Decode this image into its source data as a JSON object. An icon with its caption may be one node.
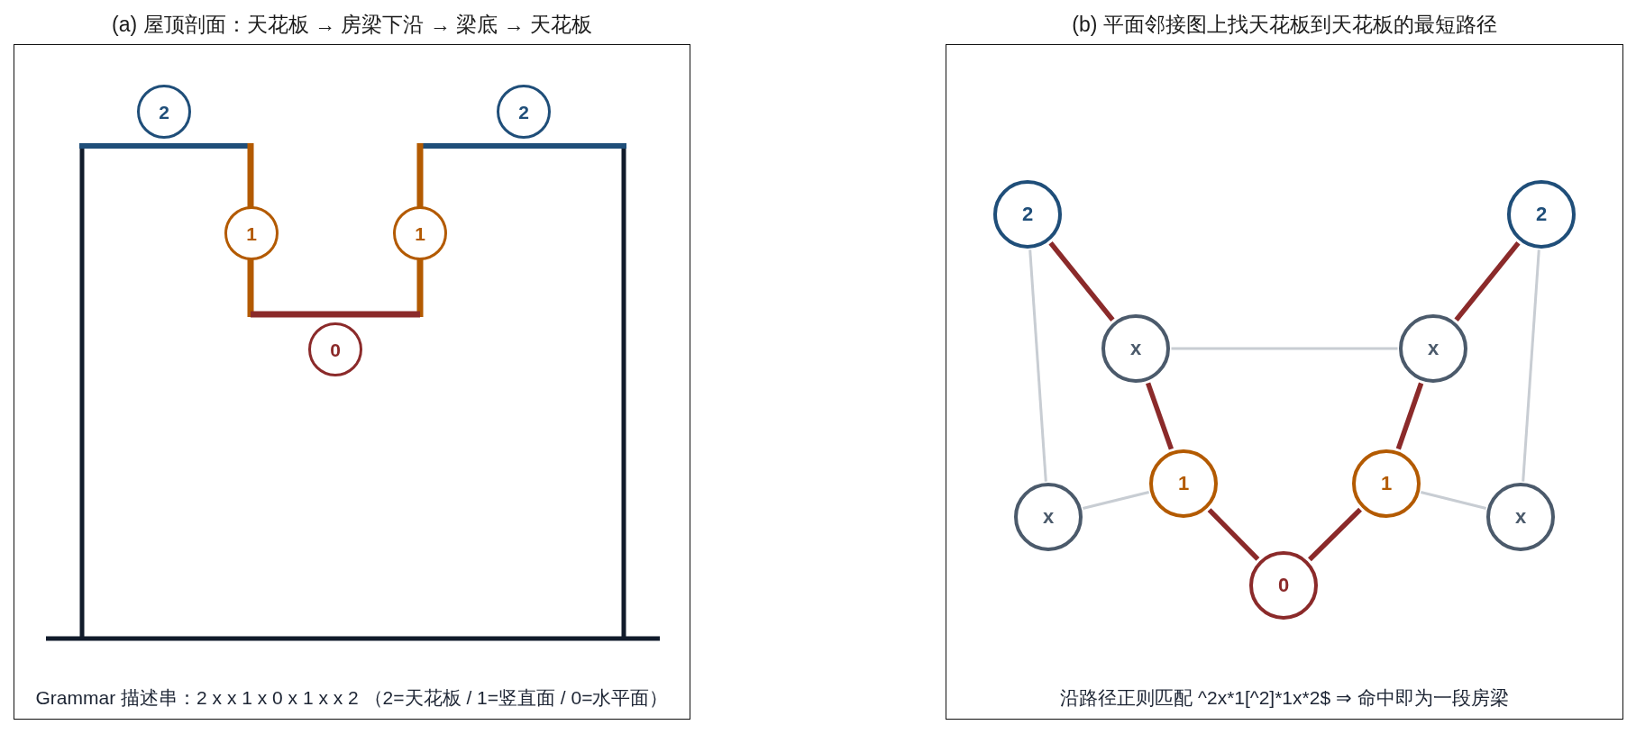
{
  "diagram": {
    "nodes": [
      {
        "text": [
          "(a) 屋顶剖面：天花板 → 房梁下沿 → 梁底 → 天花板",
          "Grammar 描述串：2 x x 1 x 0 x 1 x x 2 （2=天花板 / 1=竖直面 / 0=水平面）"
        ]
      },
      {
        "text": [
          "2"
        ],
        "in": 0
      },
      {
        "text": [
          "2"
        ],
        "in": 0
      },
      {
        "text": [
          "1"
        ],
        "in": 0
      },
      {
        "text": [
          "1"
        ],
        "in": 0
      },
      {
        "text": [
          "0"
        ],
        "in": 0
      },
      {
        "text": [
          "(b) 平面邻接图上找天花板到天花板的最短路径",
          "沿路径正则匹配 ^2x*1[^2]*1x*2$ ⇒ 命中即为一段房梁"
        ]
      },
      {
        "text": [
          "2"
        ],
        "in": 6
      },
      {
        "text": [
          "2"
        ],
        "in": 6
      },
      {
        "text": [
          "x"
        ],
        "in": 6
      },
      {
        "text": [
          "x"
        ],
        "in": 6
      },
      {
        "text": [
          "1"
        ],
        "in": 6
      },
      {
        "text": [
          "1"
        ],
        "in": 6
      },
      {
        "text": [
          "x"
        ],
        "in": 6
      },
      {
        "text": [
          "x"
        ],
        "in": 6
      },
      {
        "text": [
          "0"
        ],
        "in": 6
      }
    ],
    "edges": [
      {
        "from": 7,
        "to": 9,
        "arrow": "none"
      },
      {
        "from": 9,
        "to": 11,
        "arrow": "none"
      },
      {
        "from": 11,
        "to": 15,
        "arrow": "none"
      },
      {
        "from": 15,
        "to": 12,
        "arrow": "none"
      },
      {
        "from": 12,
        "to": 10,
        "arrow": "none"
      },
      {
        "from": 10,
        "to": 8,
        "arrow": "none"
      },
      {
        "from": 7,
        "to": 13,
        "arrow": "none",
        "color": "#c8cdd3"
      },
      {
        "from": 9,
        "to": 10,
        "arrow": "none",
        "color": "#c8cdd3"
      },
      {
        "from": 13,
        "to": 11,
        "arrow": "none",
        "color": "#c8cdd3"
      },
      {
        "from": 12,
        "to": 14,
        "arrow": "none",
        "color": "#c8cdd3"
      },
      {
        "from": 14,
        "to": 8,
        "arrow": "none",
        "color": "#c8cdd3"
      }
    ]
  }
}
